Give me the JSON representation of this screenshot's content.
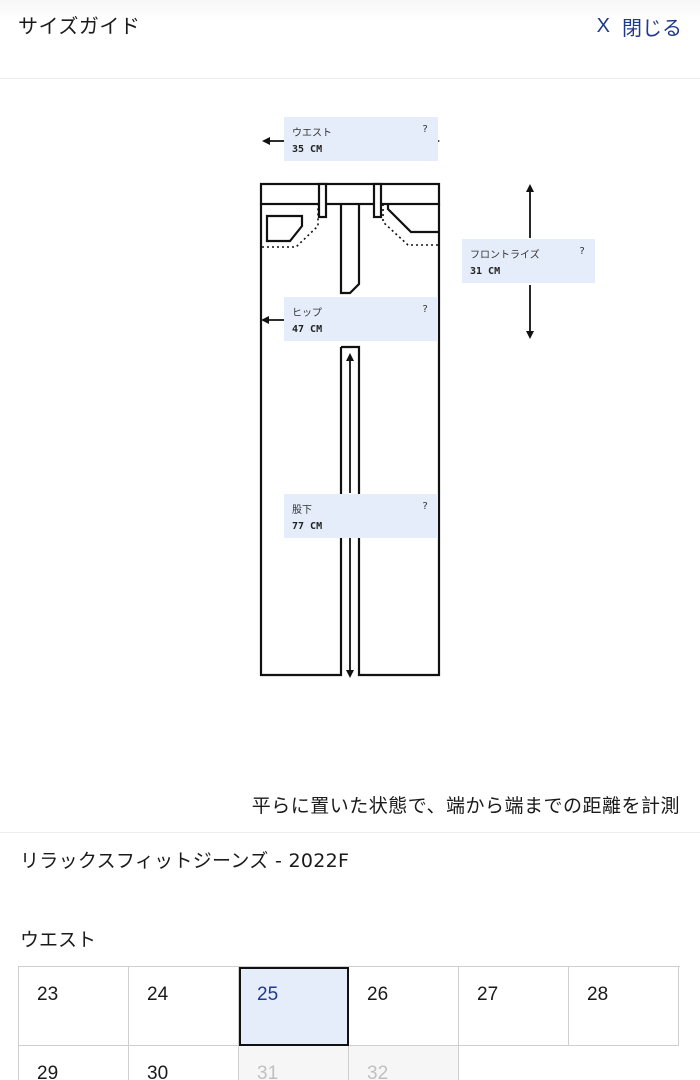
{
  "header": {
    "title": "サイズガイド",
    "close_icon": "X",
    "close_label": "閉じる",
    "accent_color": "#1f3a8a"
  },
  "diagram": {
    "garment": "pants",
    "measurements": [
      {
        "name": "ウエスト",
        "value": "35 CM",
        "help": "?"
      },
      {
        "name": "フロントライズ",
        "value": "31 CM",
        "help": "?"
      },
      {
        "name": "ヒップ",
        "value": "47 CM",
        "help": "?"
      },
      {
        "name": "股下",
        "value": "77 CM",
        "help": "?"
      }
    ],
    "label_bg_color": "#e5edfb"
  },
  "note": "平らに置いた状態で、端から端までの距離を計測",
  "product": {
    "title": "リラックスフィットジーンズ - 2022F"
  },
  "size_selector": {
    "label": "ウエスト",
    "selected": "25",
    "sizes": [
      {
        "value": "23",
        "state": "available"
      },
      {
        "value": "24",
        "state": "available"
      },
      {
        "value": "25",
        "state": "selected"
      },
      {
        "value": "26",
        "state": "available"
      },
      {
        "value": "27",
        "state": "available"
      },
      {
        "value": "28",
        "state": "available"
      },
      {
        "value": "29",
        "state": "available"
      },
      {
        "value": "30",
        "state": "available"
      },
      {
        "value": "31",
        "state": "disabled"
      },
      {
        "value": "32",
        "state": "disabled"
      }
    ]
  }
}
